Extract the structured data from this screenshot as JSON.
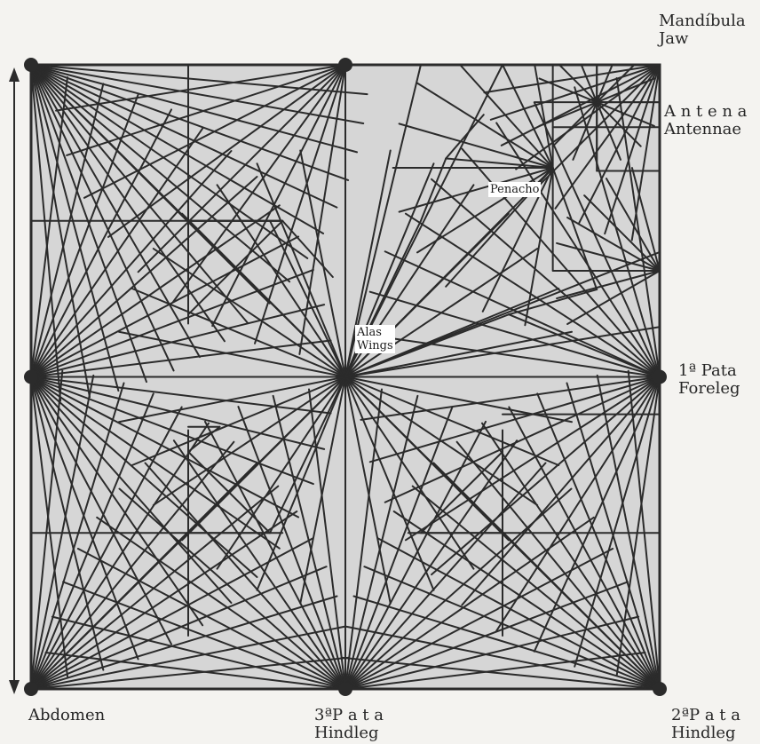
{
  "labels": {
    "jaw": {
      "es": "Mandíbula",
      "en": "Jaw"
    },
    "antennae": {
      "es": "A n t e n a",
      "en": "Antennae"
    },
    "plume": {
      "es": "Penacho"
    },
    "wings": {
      "es": "Alas",
      "en": "Wings"
    },
    "foreleg": {
      "es": "1ª  Pata",
      "en": "Foreleg"
    },
    "abdomen": {
      "es": "Abdomen"
    },
    "hindleg3": {
      "es": "3ªP a t a",
      "en": "Hindleg"
    },
    "hindleg2": {
      "es": "2ªP a t a",
      "en": "Hindleg"
    }
  },
  "colors": {
    "paper": "#d6d6d6",
    "crease": "#2b2b2b",
    "background": "#f4f3f0"
  }
}
